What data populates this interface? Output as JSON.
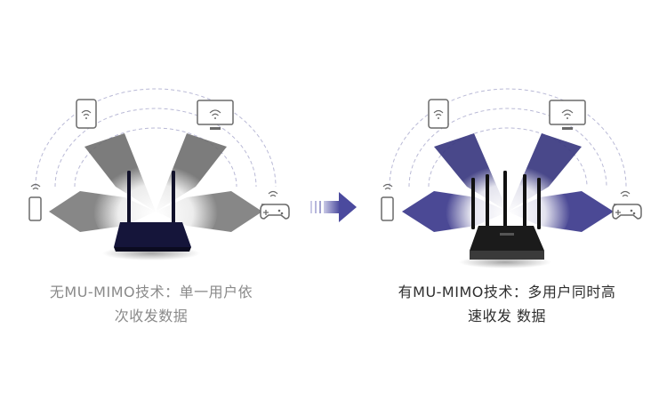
{
  "left_panel": {
    "caption_lines": [
      "无MU-MIMO技术：单一用户依",
      "次收发数据"
    ],
    "beam_color": "#7a7a7a",
    "devices": [
      "phone-icon",
      "tablet-icon",
      "monitor-icon",
      "gamepad-icon"
    ]
  },
  "right_panel": {
    "caption_lines": [
      "有MU-MIMO技术：多用户同时高",
      "速收发 数据"
    ],
    "beam_color": "#3c3a8c",
    "devices": [
      "phone-icon",
      "tablet-icon",
      "monitor-icon",
      "gamepad-icon"
    ]
  },
  "arrow_color": "#4b4a9e"
}
